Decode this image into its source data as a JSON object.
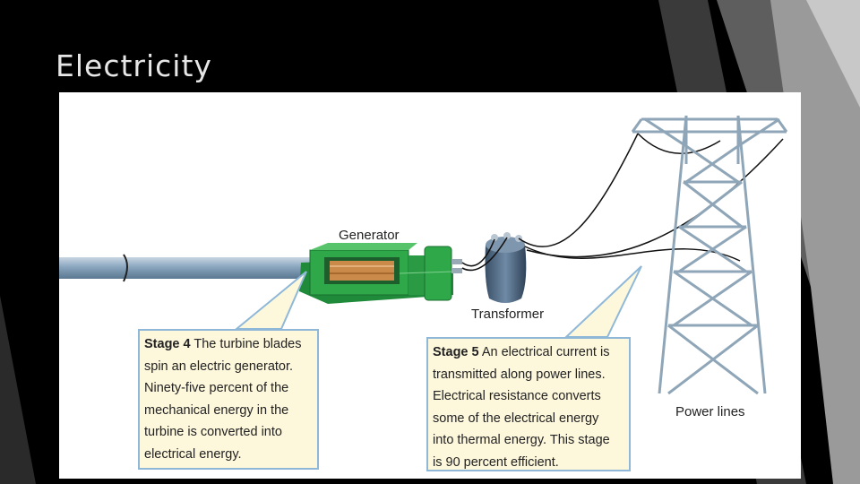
{
  "slide": {
    "title": "Electricity"
  },
  "diagram": {
    "labels": {
      "generator": "Generator",
      "transformer": "Transformer",
      "power_lines": "Power lines"
    },
    "stage4": {
      "heading": "Stage 4",
      "lines": [
        " The turbine blades",
        "spin an electric generator.",
        "Ninety-five percent of the",
        "mechanical energy in the",
        "turbine is converted into",
        "electrical energy."
      ]
    },
    "stage5": {
      "heading": "Stage 5",
      "lines": [
        " An electrical current is",
        "transmitted along power lines.",
        "Electrical resistance converts",
        "some of the electrical energy",
        "into thermal energy.  This stage",
        "is 90 percent efficient."
      ]
    },
    "colors": {
      "generator_green": "#2fa84a",
      "shaft_blue": "#8aa6bf",
      "tower_steel": "#8fa6b8",
      "callout_fill": "#fdf7dc",
      "callout_border": "#8fb8d8"
    }
  }
}
